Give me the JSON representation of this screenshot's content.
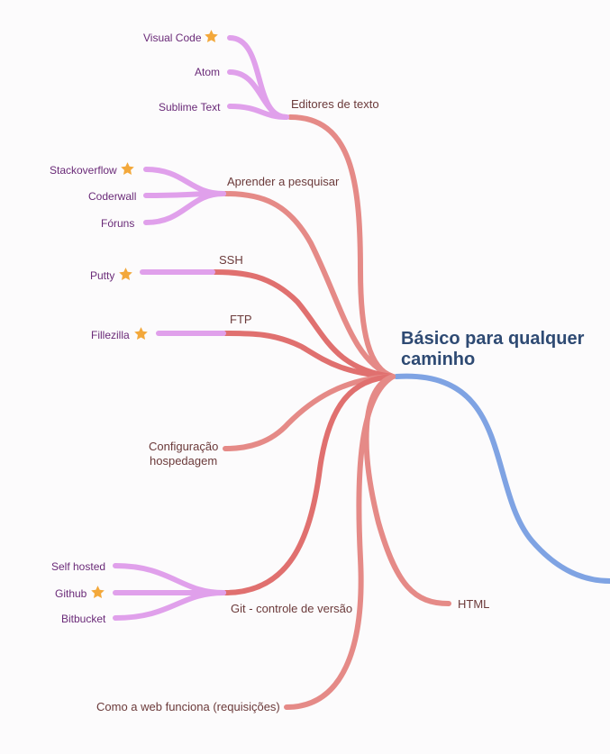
{
  "root": {
    "title_line1": "Básico para qualquer",
    "title_line2": "caminho"
  },
  "colors": {
    "root_edge": "#7fa3e3",
    "branch_edge": "#e58a87",
    "branch_edge_dark": "#e0706f",
    "leaf_edge": "#e0a0eb",
    "star": "#f3a83b"
  },
  "branches": {
    "editors": "Editores de texto",
    "search": "Aprender a pesquisar",
    "ssh": "SSH",
    "ftp": "FTP",
    "hosting_l1": "Configuração",
    "hosting_l2": "hospedagem",
    "git": "Git - controle de versão",
    "html": "HTML",
    "web": "Como a web funciona (requisições)"
  },
  "leaves": {
    "visual_code": "Visual Code",
    "atom": "Atom",
    "sublime": "Sublime Text",
    "stackoverflow": "Stackoverflow",
    "coderwall": "Coderwall",
    "foruns": "Fóruns",
    "putty": "Putty",
    "fillezilla": "Fillezilla",
    "self_hosted": "Self hosted",
    "github": "Github",
    "bitbucket": "Bitbucket"
  },
  "starred": [
    "Visual Code",
    "Stackoverflow",
    "Putty",
    "Fillezilla",
    "Github"
  ]
}
